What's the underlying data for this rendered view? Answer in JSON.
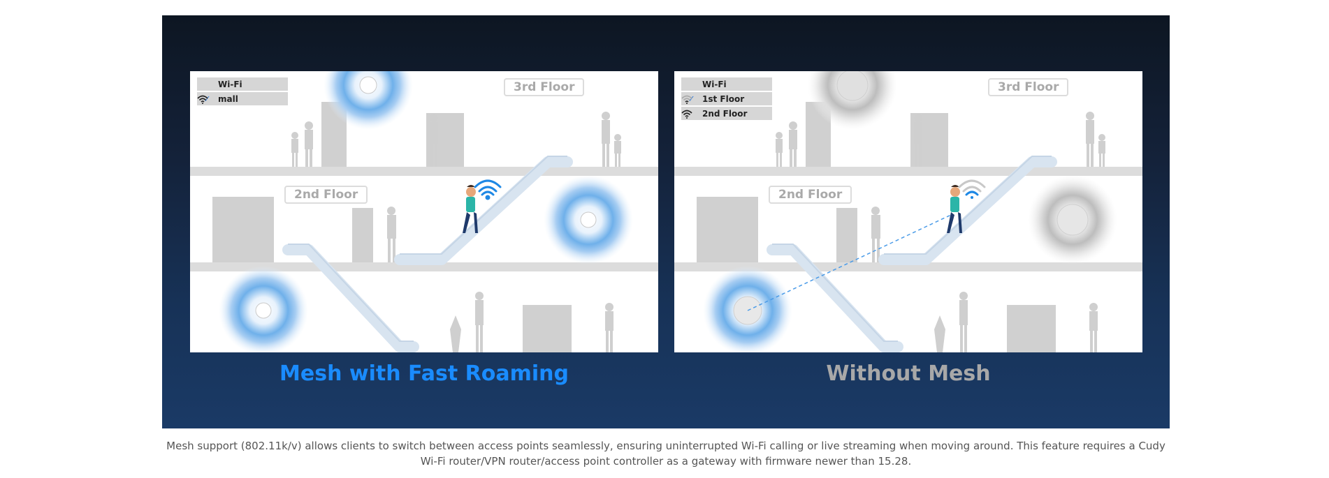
{
  "left_panel": {
    "wifi_list": {
      "header": "Wi-Fi",
      "networks": [
        {
          "name": "mall",
          "connected": true
        }
      ]
    },
    "floor_labels": {
      "third": "3rd Floor",
      "second": "2nd Floor"
    },
    "caption": "Mesh with Fast Roaming",
    "caption_color": "#1a8cff"
  },
  "right_panel": {
    "wifi_list": {
      "header": "Wi-Fi",
      "networks": [
        {
          "name": "1st Floor",
          "connected": true
        },
        {
          "name": "2nd Floor",
          "connected": false
        }
      ]
    },
    "floor_labels": {
      "third": "3rd Floor",
      "second": "2nd Floor"
    },
    "caption": "Without Mesh",
    "caption_color": "#a8a8a8"
  },
  "description": "Mesh support (802.11k/v) allows clients to switch between access points seamlessly, ensuring uninterrupted Wi-Fi calling or live streaming when moving around. This feature requires a Cudy Wi-Fi router/VPN router/access point controller as a gateway with firmware newer than 15.28.",
  "colors": {
    "accent_blue": "#1a8cff",
    "wifi_blue": "#1e88e5",
    "muted_gray": "#a8a8a8"
  },
  "icons": [
    "check-icon",
    "wifi-signal-icon",
    "access-point-icon",
    "person-icon",
    "escalator-icon"
  ]
}
